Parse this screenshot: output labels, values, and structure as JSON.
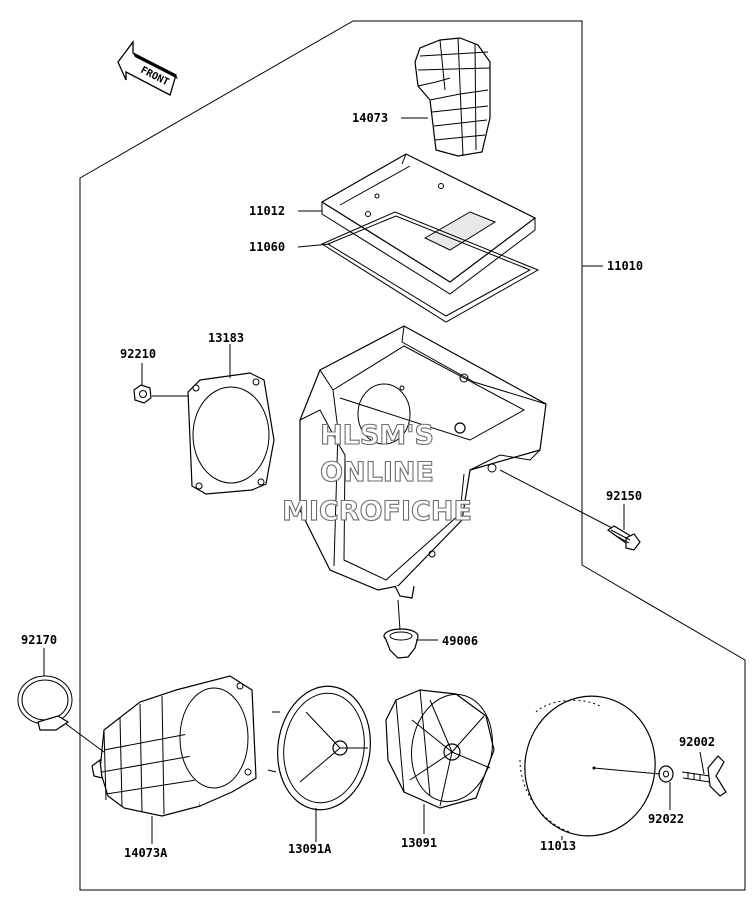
{
  "diagram": {
    "front_label": "FRONT",
    "watermark": [
      "HLSM'S",
      "ONLINE",
      "MICROFICHE"
    ],
    "parts": [
      {
        "id": "p14073",
        "number": "14073"
      },
      {
        "id": "p11012",
        "number": "11012"
      },
      {
        "id": "p11060",
        "number": "11060"
      },
      {
        "id": "p11010",
        "number": "11010"
      },
      {
        "id": "p92210",
        "number": "92210"
      },
      {
        "id": "p13183",
        "number": "13183"
      },
      {
        "id": "p92150",
        "number": "92150"
      },
      {
        "id": "p49006",
        "number": "49006"
      },
      {
        "id": "p92170",
        "number": "92170"
      },
      {
        "id": "p14073A",
        "number": "14073A"
      },
      {
        "id": "p13091A",
        "number": "13091A"
      },
      {
        "id": "p13091",
        "number": "13091"
      },
      {
        "id": "p11013",
        "number": "11013"
      },
      {
        "id": "p92002",
        "number": "92002"
      },
      {
        "id": "p92022",
        "number": "92022"
      }
    ]
  }
}
